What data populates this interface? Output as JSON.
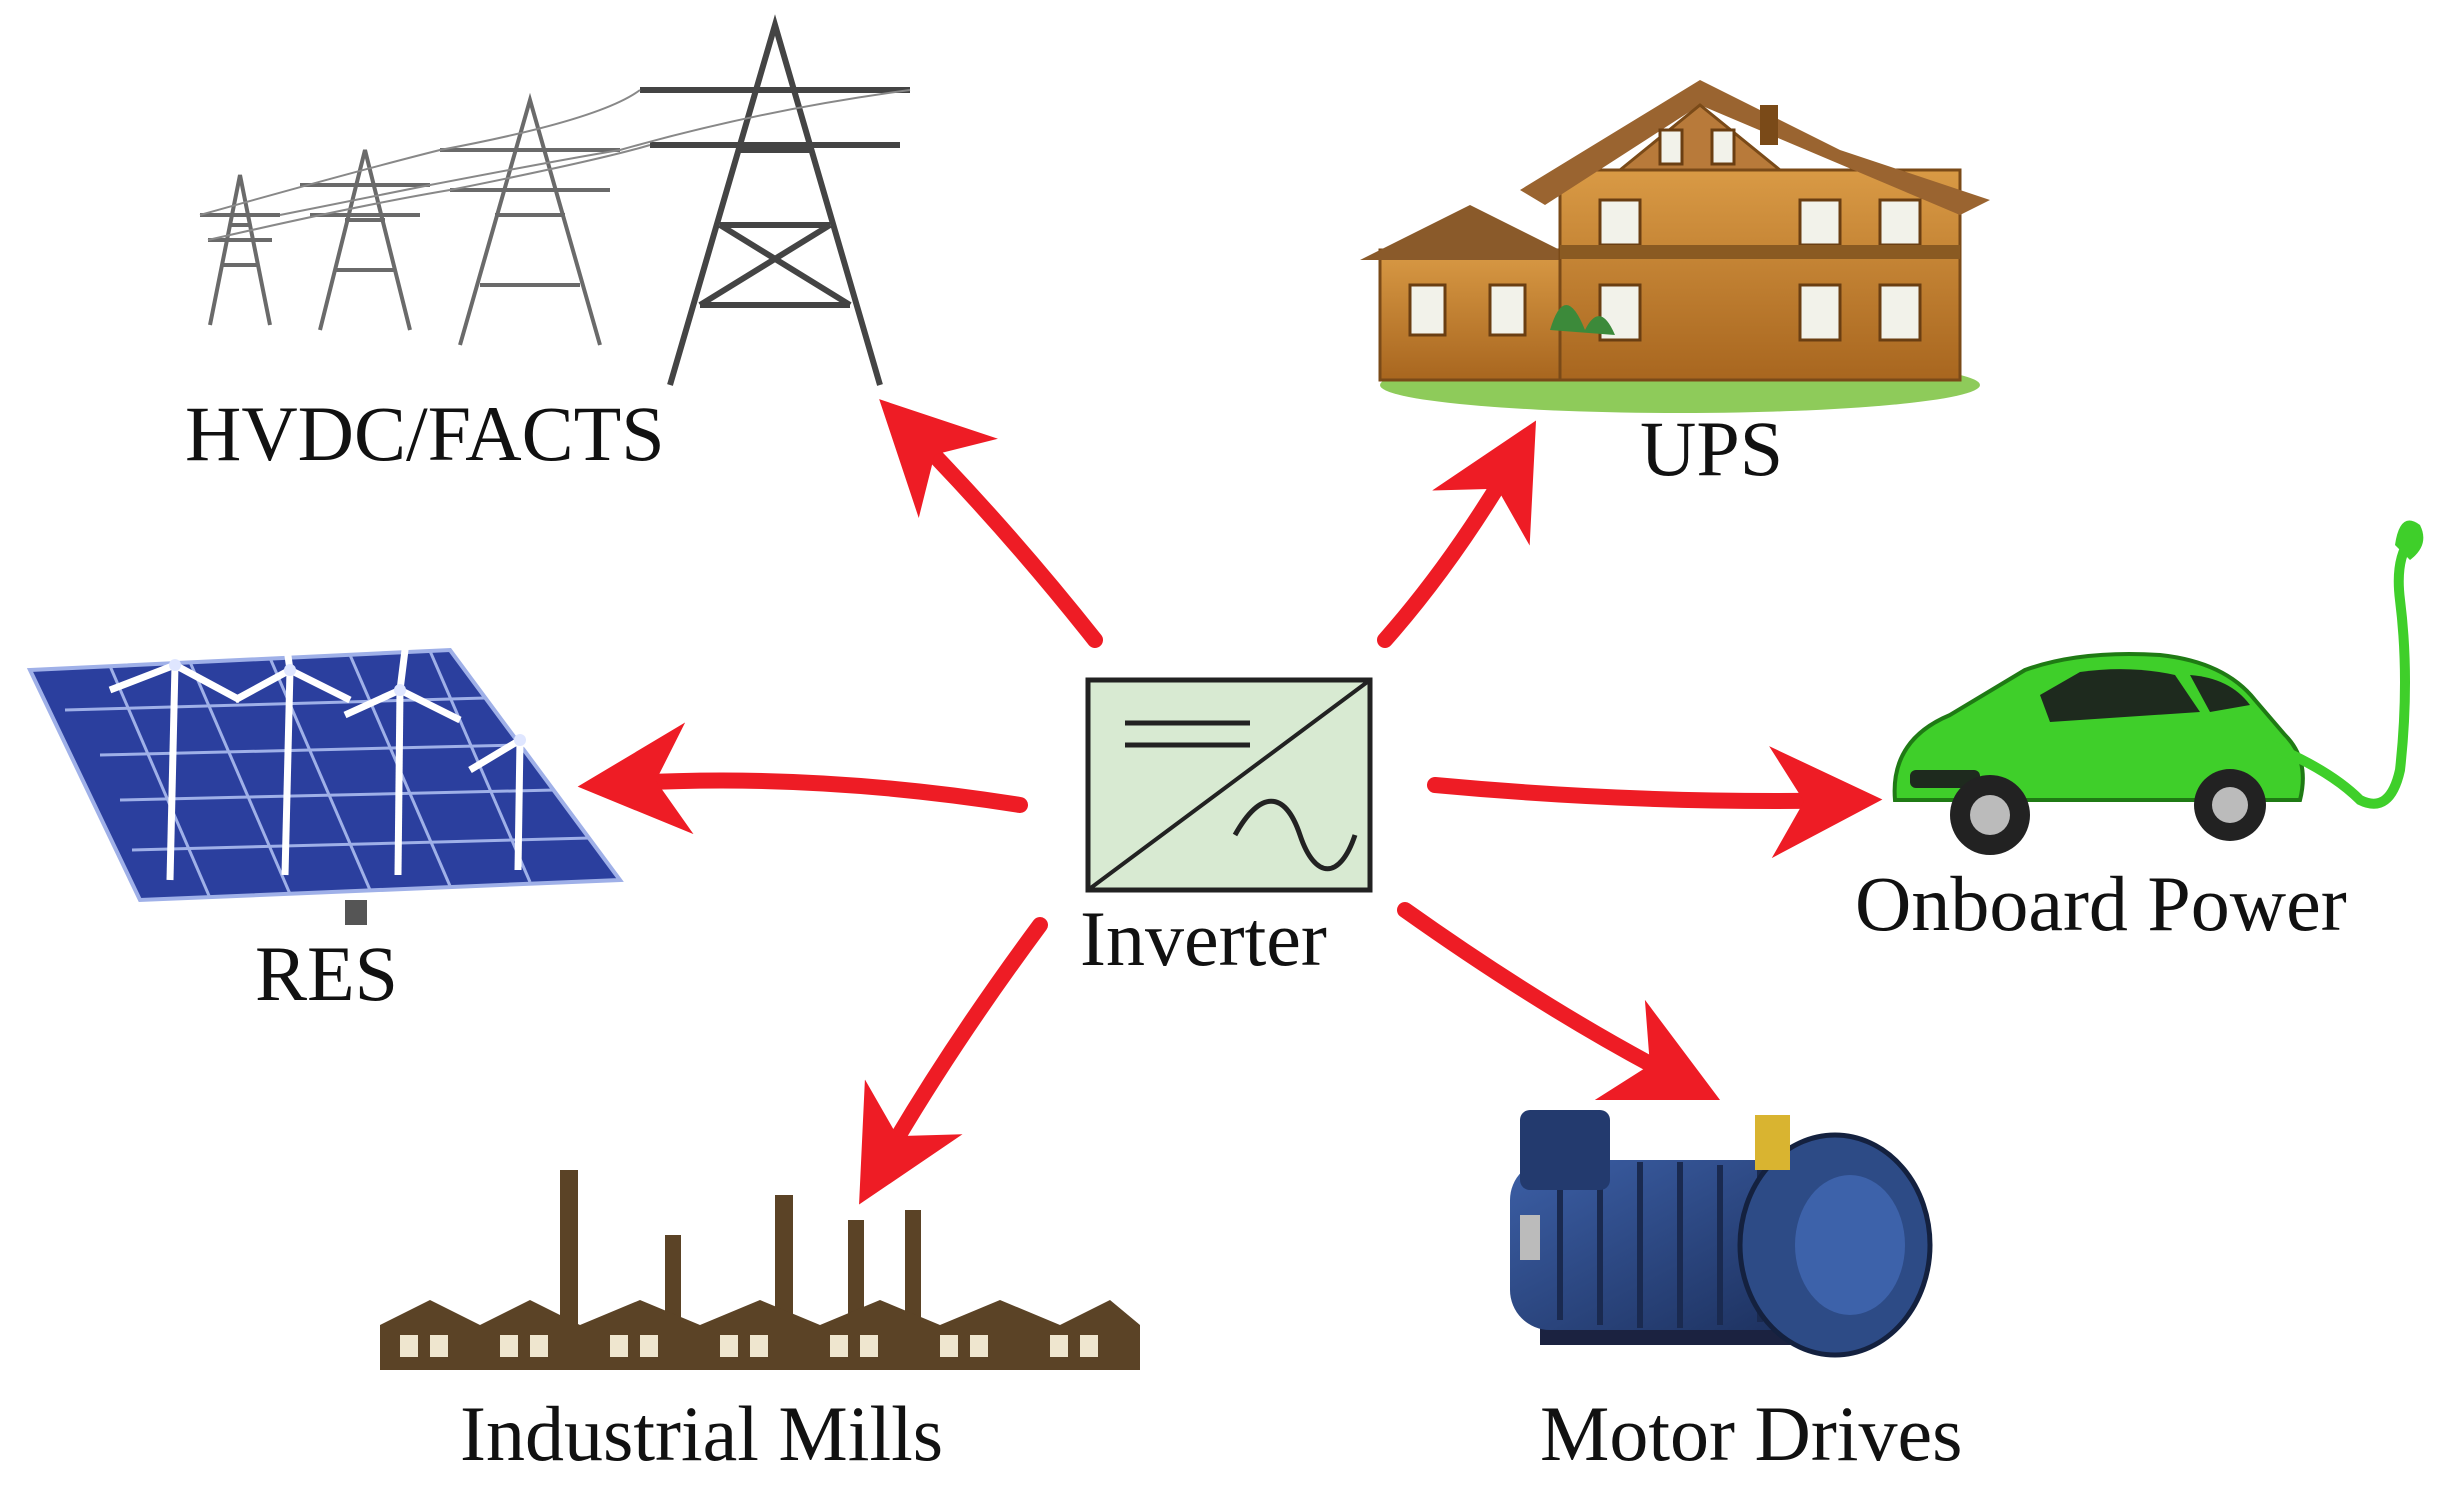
{
  "center": {
    "label": "Inverter"
  },
  "applications": [
    {
      "id": "hvdc",
      "label": "HVDC/FACTS",
      "icon": "transmission-towers-icon"
    },
    {
      "id": "ups",
      "label": "UPS",
      "icon": "house-icon"
    },
    {
      "id": "res",
      "label": "RES",
      "icon": "solar-wind-icon"
    },
    {
      "id": "onboard",
      "label": "Onboard Power",
      "icon": "electric-car-icon"
    },
    {
      "id": "mills",
      "label": "Industrial Mills",
      "icon": "factory-icon"
    },
    {
      "id": "motor",
      "label": "Motor Drives",
      "icon": "electric-motor-icon"
    }
  ],
  "colors": {
    "arrow": "#ee1c25",
    "inverter_fill": "#d8ead2",
    "solar_panel": "#2b3f9e",
    "car": "#3fcf2a",
    "house_wood": "#c8852f",
    "motor": "#2d4b86",
    "factory": "#5b4326"
  }
}
